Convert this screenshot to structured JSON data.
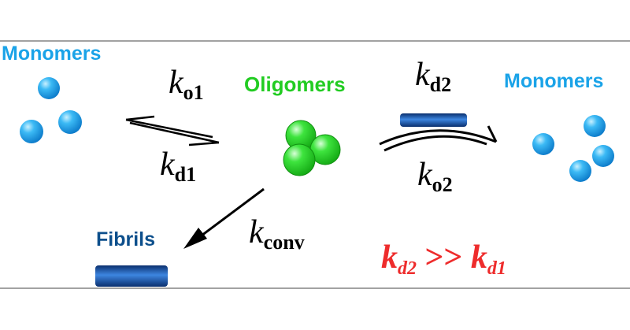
{
  "labels": {
    "monomers_left": "Monomers",
    "oligomers": "Oligomers",
    "monomers_right": "Monomers",
    "fibrils": "Fibrils"
  },
  "rates": {
    "ko1": {
      "k": "k",
      "sub": "o1"
    },
    "kd1": {
      "k": "k",
      "sub": "d1"
    },
    "kd2": {
      "k": "k",
      "sub": "d2"
    },
    "ko2": {
      "k": "k",
      "sub": "o2"
    },
    "kconv": {
      "k": "k",
      "sub": "conv"
    }
  },
  "relation": {
    "k1": "k",
    "sub1": "d2",
    "op": " >> ",
    "k2": "k",
    "sub2": "d1"
  },
  "colors": {
    "monomer_label": "#1aa3e8",
    "oligomer_label": "#22cc22",
    "fibril_label": "#0d4f8c",
    "relation": "#ee2c2c",
    "monomer": "#1aa8f0",
    "oligomer": "#2edc2e",
    "fibril": "#0b3d8a",
    "frame": "#444444"
  }
}
